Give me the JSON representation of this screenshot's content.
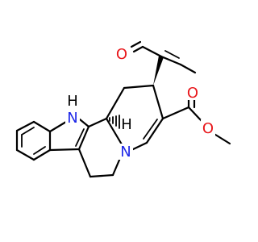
{
  "molecule": {
    "atoms": {
      "aldehyde_oxygen": "O",
      "carbonyl_oxygen": "O",
      "ether_oxygen": "O",
      "indole_nitrogen": "N",
      "indole_hydrogen": "H",
      "ring_nitrogen": "N",
      "stereo_hydrogen": "H"
    },
    "colors": {
      "oxygen": "#e8161a",
      "nitrogen": "#1e27e8",
      "bond": "#000000",
      "background": "#ffffff"
    }
  }
}
